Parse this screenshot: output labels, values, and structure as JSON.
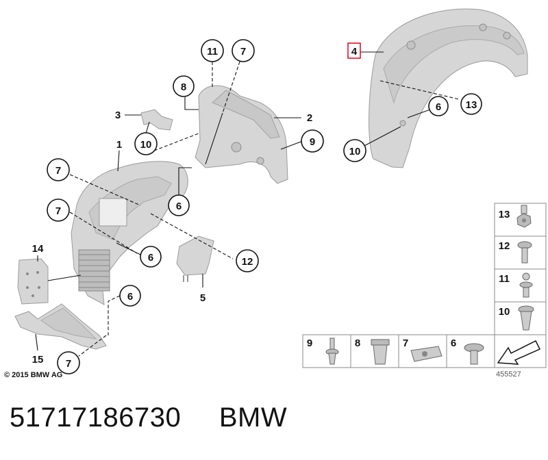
{
  "callouts": {
    "c1": "1",
    "c2": "2",
    "c3": "3",
    "c4": "4",
    "c5": "5",
    "c6a": "6",
    "c6b": "6",
    "c6c": "6",
    "c6d": "6",
    "c7a": "7",
    "c7b": "7",
    "c7c": "7",
    "c7d": "7",
    "c8": "8",
    "c9": "9",
    "c10a": "10",
    "c10b": "10",
    "c11": "11",
    "c12": "12",
    "c13": "13",
    "c14": "14",
    "c15": "15"
  },
  "legend": {
    "right_column": [
      "13",
      "12",
      "11",
      "10"
    ],
    "bottom_row": [
      "9",
      "8",
      "7",
      "6"
    ]
  },
  "highlight_color": "#e0001b",
  "copyright": "© 2015 BMW AG",
  "diagram_id": "455527",
  "footer": {
    "part_number": "51717186730",
    "brand": "BMW"
  }
}
